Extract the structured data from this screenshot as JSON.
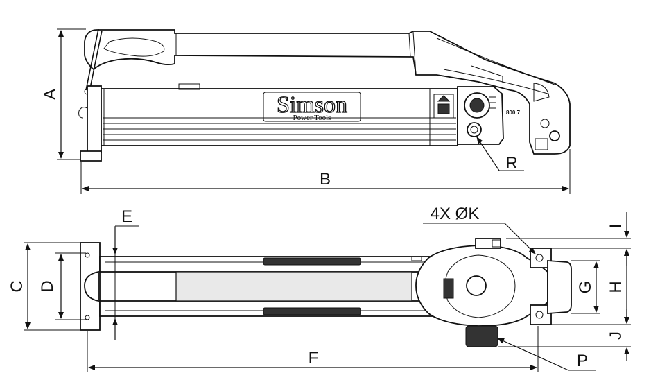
{
  "labels": {
    "A": "A",
    "B": "B",
    "C": "C",
    "D": "D",
    "E": "E",
    "F": "F",
    "G": "G",
    "H": "H",
    "I": "I",
    "J": "J",
    "K": "4X ØK",
    "P": "P",
    "R": "R"
  },
  "brand": {
    "name": "Simson",
    "tagline": "Power Tools"
  },
  "markings": {
    "model_code": "800 7"
  }
}
